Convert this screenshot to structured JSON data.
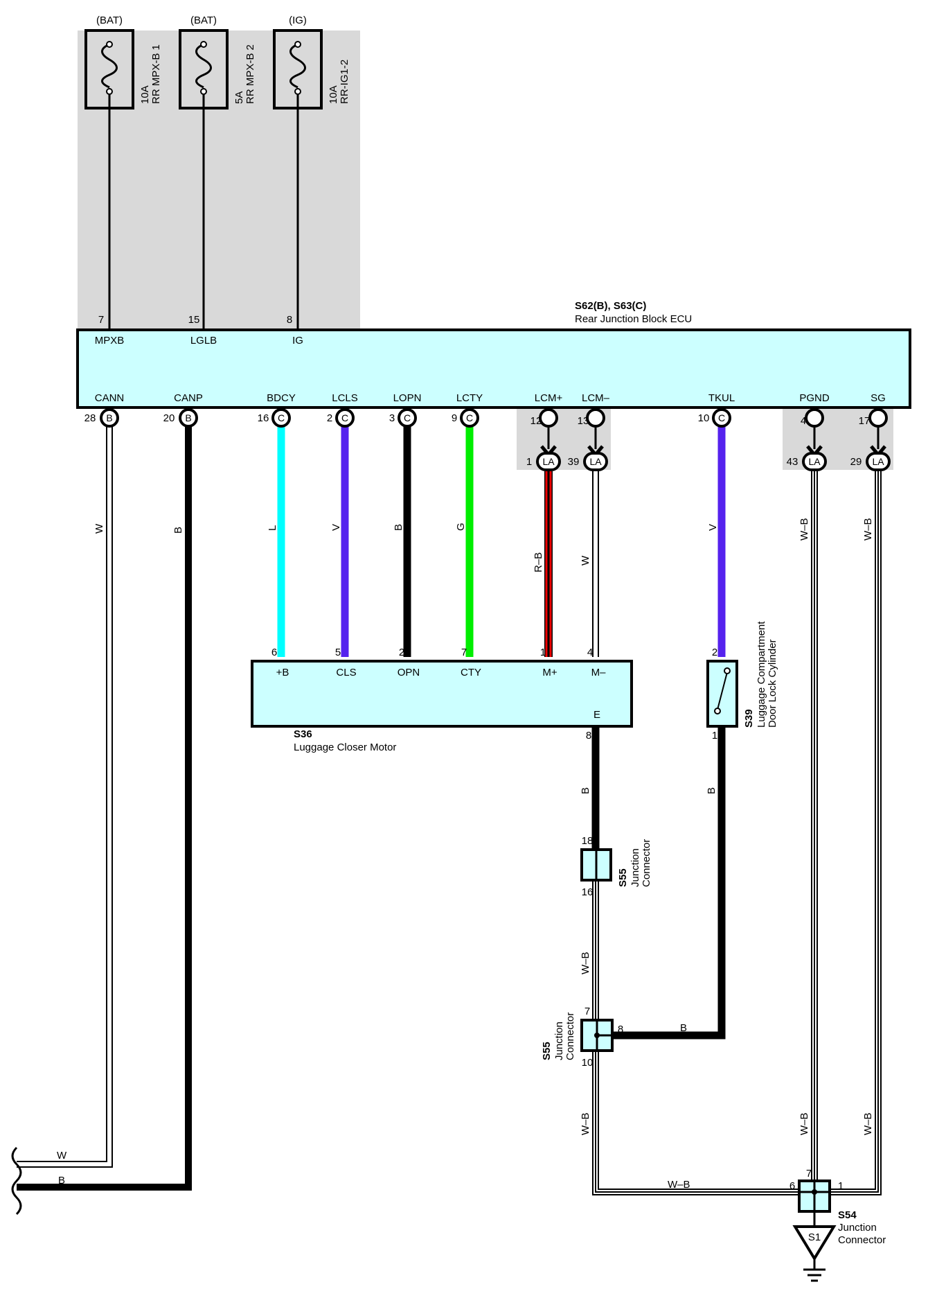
{
  "fuses": [
    {
      "id": "fuse-rr-mpx-b1",
      "supply": "(BAT)",
      "rating": "10A",
      "name": "RR MPX-B 1",
      "pin": "7",
      "terminal": "MPXB"
    },
    {
      "id": "fuse-rr-mpx-b2",
      "supply": "(BAT)",
      "rating": "5A",
      "name": "RR MPX-B 2",
      "pin": "15",
      "terminal": "LGLB"
    },
    {
      "id": "fuse-rr-ig1-2",
      "supply": "(IG)",
      "rating": "10A",
      "name": "RR-IG1-2",
      "pin": "8",
      "terminal": "IG"
    }
  ],
  "ecu": {
    "code": "S62(B), S63(C)",
    "name": "Rear Junction Block ECU",
    "bottom_terminals": [
      {
        "id": "cann",
        "label": "CANN",
        "pin": "28",
        "conn": "B"
      },
      {
        "id": "canp",
        "label": "CANP",
        "pin": "20",
        "conn": "B"
      },
      {
        "id": "bdcy",
        "label": "BDCY",
        "pin": "16",
        "conn": "C"
      },
      {
        "id": "lcls",
        "label": "LCLS",
        "pin": "2",
        "conn": "C"
      },
      {
        "id": "lopn",
        "label": "LOPN",
        "pin": "3",
        "conn": "C"
      },
      {
        "id": "lcty",
        "label": "LCTY",
        "pin": "9",
        "conn": "C"
      },
      {
        "id": "lcm-plus",
        "label": "LCM+",
        "pin": "12",
        "conn": ""
      },
      {
        "id": "lcm-minus",
        "label": "LCM–",
        "pin": "13",
        "conn": ""
      },
      {
        "id": "tkul",
        "label": "TKUL",
        "pin": "10",
        "conn": "C"
      },
      {
        "id": "pgnd",
        "label": "PGND",
        "pin": "4",
        "conn": ""
      },
      {
        "id": "sg",
        "label": "SG",
        "pin": "17",
        "conn": ""
      }
    ]
  },
  "la_connectors": [
    {
      "id": "la-1",
      "pin": "1",
      "label": "LA"
    },
    {
      "id": "la-39",
      "pin": "39",
      "label": "LA"
    },
    {
      "id": "la-43",
      "pin": "43",
      "label": "LA"
    },
    {
      "id": "la-29",
      "pin": "29",
      "label": "LA"
    }
  ],
  "wire_colors": {
    "cann": "W",
    "canp": "B",
    "bdcy": "L",
    "lcls": "V",
    "lopn": "B",
    "lcty": "G",
    "lcm_plus": "R–B",
    "lcm_minus": "W",
    "tkul": "V",
    "pgnd": "W–B",
    "sg": "W–B",
    "motor_e": "B",
    "s55_16": "W–B",
    "s39_ground": "B",
    "s55_8": "B",
    "s55_10": "W–B",
    "left_w": "W",
    "left_b": "B",
    "bottom_wb": "W–B",
    "pgnd_lower": "W–B",
    "sg_lower": "W–B"
  },
  "motor": {
    "code": "S36",
    "name": "Luggage Closer Motor",
    "pins": [
      {
        "id": "plus-b",
        "pin": "6",
        "label": "+B"
      },
      {
        "id": "cls",
        "pin": "5",
        "label": "CLS"
      },
      {
        "id": "opn",
        "pin": "2",
        "label": "OPN"
      },
      {
        "id": "cty",
        "pin": "7",
        "label": "CTY"
      },
      {
        "id": "m-plus",
        "pin": "1",
        "label": "M+"
      },
      {
        "id": "m-minus",
        "pin": "4",
        "label": "M–"
      }
    ],
    "e_label": "E",
    "e_pin": "8"
  },
  "lock_cylinder": {
    "code": "S39",
    "line1": "Luggage Compartment",
    "line2": "Door Lock Cylinder",
    "pin_top": "2",
    "pin_bottom": "1"
  },
  "junction_s55_upper": {
    "code": "S55",
    "line1": "Junction",
    "line2": "Connector",
    "pin_top": "18",
    "pin_bottom": "16"
  },
  "junction_s55_lower": {
    "code": "S55",
    "line1": "Junction",
    "line2": "Connector",
    "pin_top": "7",
    "pin_right": "8",
    "pin_bottom": "10"
  },
  "junction_s54": {
    "code": "S54",
    "line1": "Junction",
    "line2": "Connector",
    "pin_top": "7",
    "pin_left": "6",
    "pin_right": "1"
  },
  "ground": {
    "label": "S1"
  },
  "colors": {
    "body_fill": "#ccffff",
    "shade": "#d9d9d9",
    "cyan": "#00ffff",
    "violet": "#5522ee",
    "green": "#00ee00",
    "red": "#ee0000",
    "black": "#000000"
  }
}
